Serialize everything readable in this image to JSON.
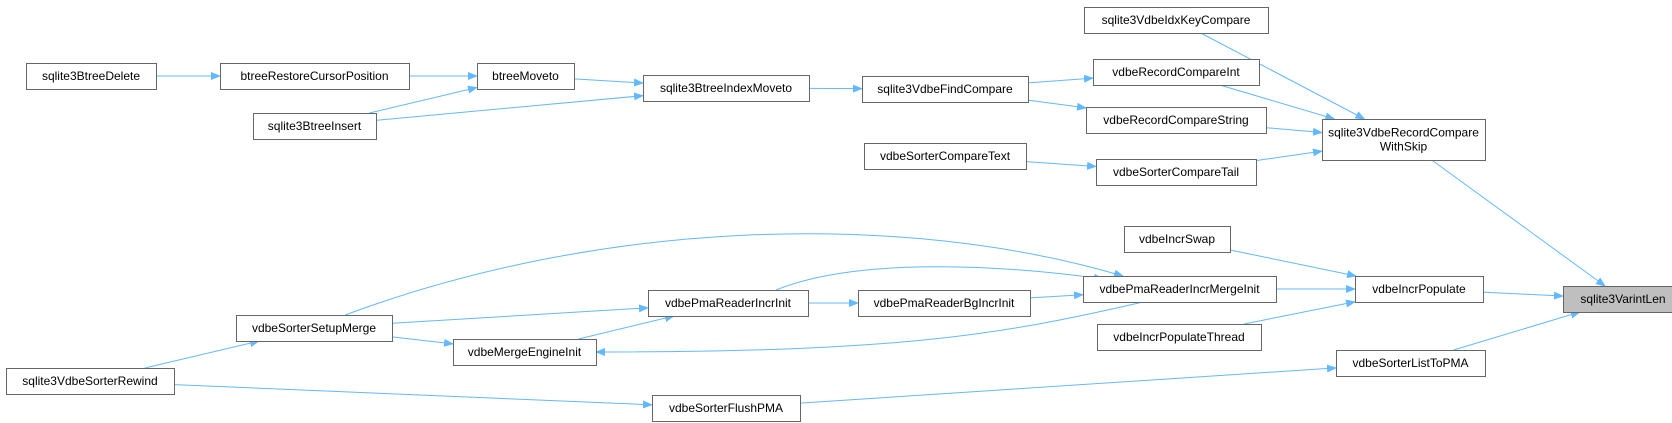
{
  "colors": {
    "edge": "#63b8ff",
    "node_border": "#666666",
    "node_fill": "#ffffff",
    "highlight_fill": "#bfbfbf"
  },
  "nodes": {
    "sqlite3VarintLen": [
      "sqlite3VarintLen"
    ],
    "sqlite3VdbeRecordCompareWithSkip": [
      "sqlite3VdbeRecordCompare",
      "WithSkip"
    ],
    "sqlite3VdbeIdxKeyCompare": [
      "sqlite3VdbeIdxKeyCompare"
    ],
    "vdbeRecordCompareInt": [
      "vdbeRecordCompareInt"
    ],
    "vdbeRecordCompareString": [
      "vdbeRecordCompareString"
    ],
    "vdbeSorterCompareTail": [
      "vdbeSorterCompareTail"
    ],
    "sqlite3VdbeFindCompare": [
      "sqlite3VdbeFindCompare"
    ],
    "vdbeSorterCompareText": [
      "vdbeSorterCompareText"
    ],
    "sqlite3BtreeIndexMoveto": [
      "sqlite3BtreeIndexMoveto"
    ],
    "btreeMoveto": [
      "btreeMoveto"
    ],
    "btreeRestoreCursorPosition": [
      "btreeRestoreCursorPosition"
    ],
    "sqlite3BtreeInsert": [
      "sqlite3BtreeInsert"
    ],
    "sqlite3BtreeDelete": [
      "sqlite3BtreeDelete"
    ],
    "vdbeIncrPopulate": [
      "vdbeIncrPopulate"
    ],
    "vdbeIncrSwap": [
      "vdbeIncrSwap"
    ],
    "vdbePmaReaderIncrMergeInit": [
      "vdbePmaReaderIncrMergeInit"
    ],
    "vdbeIncrPopulateThread": [
      "vdbeIncrPopulateThread"
    ],
    "vdbePmaReaderBgIncrInit": [
      "vdbePmaReaderBgIncrInit"
    ],
    "vdbePmaReaderIncrInit": [
      "vdbePmaReaderIncrInit"
    ],
    "vdbeSorterSetupMerge": [
      "vdbeSorterSetupMerge"
    ],
    "vdbeMergeEngineInit": [
      "vdbeMergeEngineInit"
    ],
    "sqlite3VdbeSorterRewind": [
      "sqlite3VdbeSorterRewind"
    ],
    "vdbeSorterListToPMA": [
      "vdbeSorterListToPMA"
    ],
    "vdbeSorterFlushPMA": [
      "vdbeSorterFlushPMA"
    ]
  },
  "edges": [
    [
      "sqlite3VdbeRecordCompareWithSkip",
      "sqlite3VarintLen"
    ],
    [
      "vdbeIncrPopulate",
      "sqlite3VarintLen"
    ],
    [
      "vdbeSorterListToPMA",
      "sqlite3VarintLen"
    ],
    [
      "sqlite3VdbeIdxKeyCompare",
      "sqlite3VdbeRecordCompareWithSkip"
    ],
    [
      "vdbeRecordCompareInt",
      "sqlite3VdbeRecordCompareWithSkip"
    ],
    [
      "vdbeRecordCompareString",
      "sqlite3VdbeRecordCompareWithSkip"
    ],
    [
      "vdbeSorterCompareTail",
      "sqlite3VdbeRecordCompareWithSkip"
    ],
    [
      "sqlite3VdbeFindCompare",
      "vdbeRecordCompareInt"
    ],
    [
      "sqlite3VdbeFindCompare",
      "vdbeRecordCompareString"
    ],
    [
      "vdbeSorterCompareText",
      "vdbeSorterCompareTail"
    ],
    [
      "sqlite3BtreeIndexMoveto",
      "sqlite3VdbeFindCompare"
    ],
    [
      "btreeMoveto",
      "sqlite3BtreeIndexMoveto"
    ],
    [
      "sqlite3BtreeInsert",
      "sqlite3BtreeIndexMoveto"
    ],
    [
      "btreeRestoreCursorPosition",
      "btreeMoveto"
    ],
    [
      "sqlite3BtreeInsert",
      "btreeMoveto"
    ],
    [
      "sqlite3BtreeDelete",
      "btreeRestoreCursorPosition"
    ],
    [
      "vdbeIncrSwap",
      "vdbeIncrPopulate"
    ],
    [
      "vdbePmaReaderIncrMergeInit",
      "vdbeIncrPopulate"
    ],
    [
      "vdbeIncrPopulateThread",
      "vdbeIncrPopulate"
    ],
    [
      "vdbePmaReaderBgIncrInit",
      "vdbePmaReaderIncrMergeInit"
    ],
    [
      "vdbePmaReaderIncrInit",
      "vdbePmaReaderIncrMergeInit"
    ],
    [
      "vdbeSorterSetupMerge",
      "vdbePmaReaderIncrMergeInit"
    ],
    [
      "vdbePmaReaderIncrMergeInit",
      "vdbeMergeEngineInit"
    ],
    [
      "vdbePmaReaderIncrInit",
      "vdbePmaReaderBgIncrInit"
    ],
    [
      "vdbeSorterSetupMerge",
      "vdbePmaReaderIncrInit"
    ],
    [
      "vdbeMergeEngineInit",
      "vdbePmaReaderIncrInit"
    ],
    [
      "vdbeSorterSetupMerge",
      "vdbeMergeEngineInit"
    ],
    [
      "sqlite3VdbeSorterRewind",
      "vdbeSorterSetupMerge"
    ],
    [
      "sqlite3VdbeSorterRewind",
      "vdbeSorterFlushPMA"
    ],
    [
      "vdbeSorterFlushPMA",
      "vdbeSorterListToPMA"
    ]
  ]
}
